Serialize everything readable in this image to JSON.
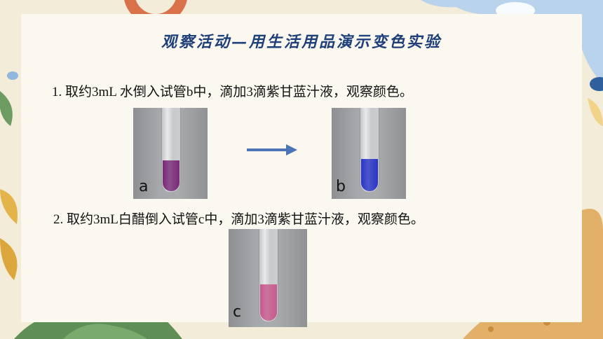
{
  "title": "观察活动—用生活用品演示变色实验",
  "steps": [
    "1. 取约3mL 水倒入试管b中，滴加3滴紫甘蓝汁液，观察颜色。",
    "2. 取约3mL白醋倒入试管c中，滴加3滴紫甘蓝汁液，观察颜色。"
  ],
  "tubes": [
    {
      "label": "a",
      "liquid_color": "#7a2a78"
    },
    {
      "label": "b",
      "liquid_color": "#2a35c8"
    },
    {
      "label": "c",
      "liquid_color": "#c85a8e"
    }
  ],
  "colors": {
    "title": "#1f3f7a",
    "arrow": "#4d73b8",
    "panel": "#fbf8ef",
    "background": "#f3ecd9"
  },
  "icons": {
    "arrow": "arrow-right-icon"
  }
}
